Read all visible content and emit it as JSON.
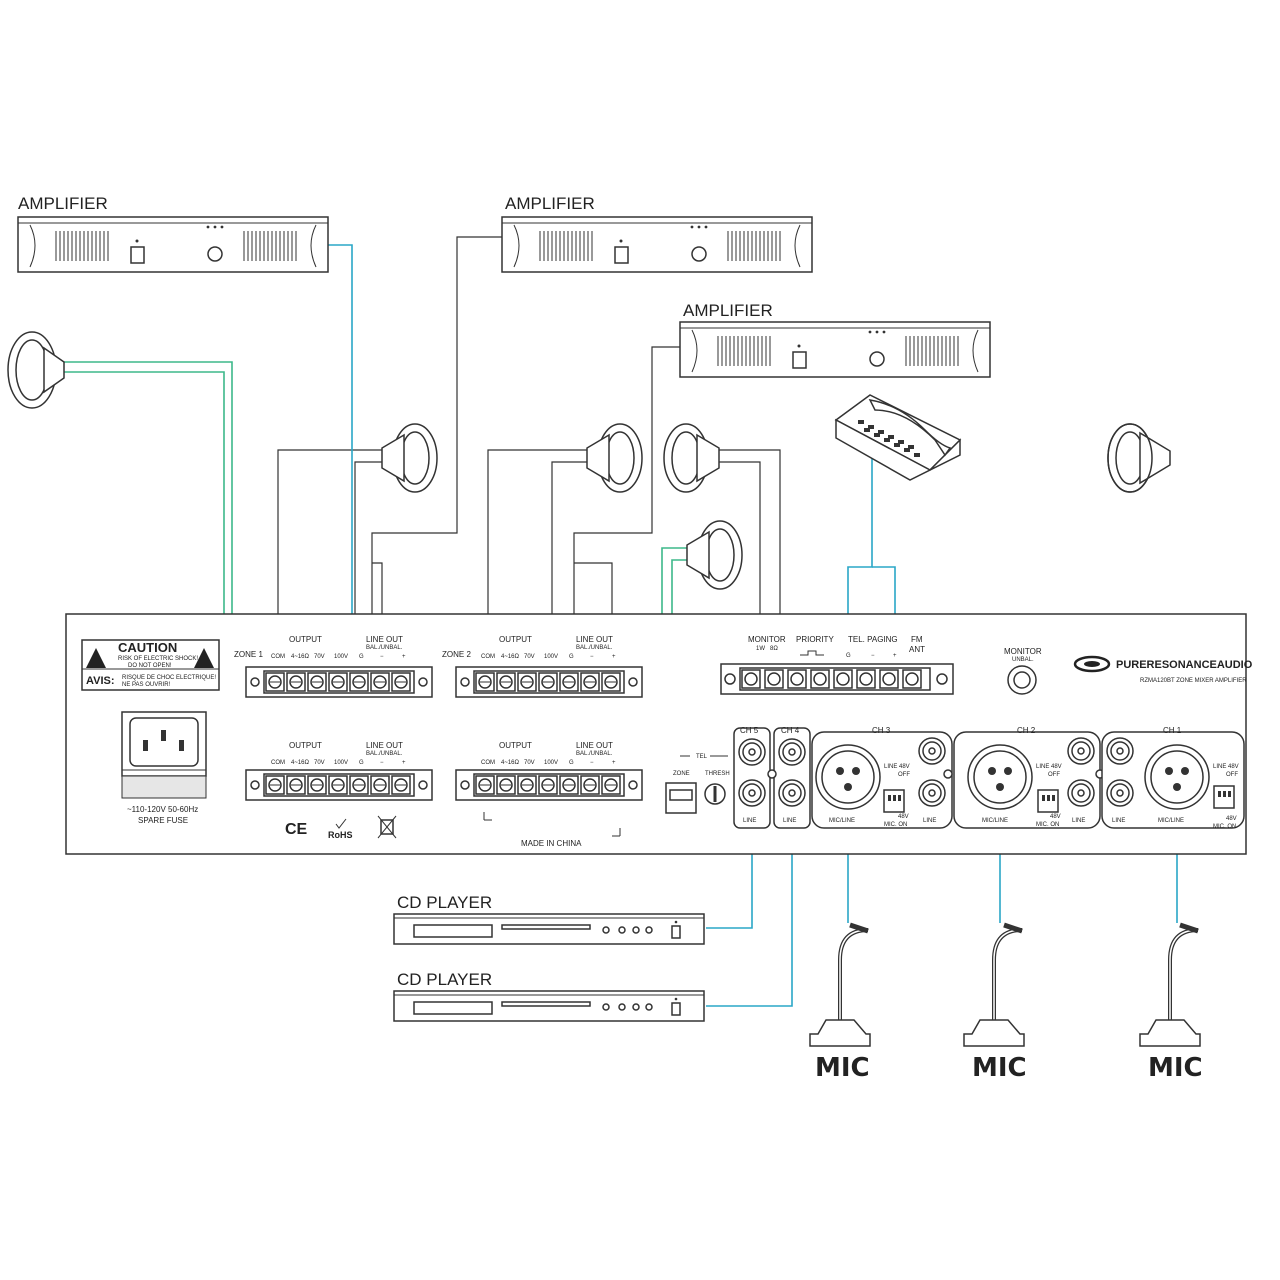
{
  "devices": {
    "amplifier_label": "AMPLIFIER",
    "cd_player_label": "CD PLAYER",
    "mic_label": "MIC"
  },
  "rear_panel": {
    "caution": "CAUTION",
    "caution_sub1": "RISK OF ELECTRIC SHOCK!",
    "caution_sub2": "DO NOT OPEN!",
    "avis": "AVIS:",
    "avis_sub1": "RISQUE DE CHOC ELECTRIQUE!",
    "avis_sub2": "NE PAS OUVRIR!",
    "zone1": "ZONE 1",
    "zone2": "ZONE 2",
    "output": "OUTPUT",
    "line_out": "LINE OUT",
    "bal_unbal": "BAL./UNBAL.",
    "terminals": [
      "COM",
      "4~16Ω",
      "70V",
      "100V",
      "G",
      "−",
      "+"
    ],
    "monitor": "MONITOR",
    "monitor_imp": [
      "1W",
      "8Ω"
    ],
    "priority": "PRIORITY",
    "tel_paging": "TEL. PAGING",
    "fm": "FM",
    "ant": "ANT",
    "monitor_unbal_title": "MONITOR",
    "monitor_unbal_sub": "UNBAL.",
    "brand": "PURERESONANCEAUDIO",
    "model": "RZMA120BT ZONE MIXER AMPLIFIER",
    "tel": "TEL",
    "zone": "ZONE",
    "thresh": "THRESH",
    "ch5": "CH 5",
    "ch4": "CH 4",
    "ch3": "CH 3",
    "ch2": "CH 2",
    "ch1": "CH 1",
    "line": "LINE",
    "mic_line": "MIC/LINE",
    "line_48v": "LINE 48V",
    "off": "OFF",
    "v48": "48V",
    "mic_on": "MIC. ON",
    "power": "~110-120V 50-60Hz",
    "spare_fuse": "SPARE FUSE",
    "ce": "CE",
    "rohs": "RoHS",
    "made_in": "MADE IN CHINA"
  },
  "colors": {
    "wire_blue": "#2aa7c7",
    "wire_green": "#3db88a",
    "ink": "#333333"
  }
}
